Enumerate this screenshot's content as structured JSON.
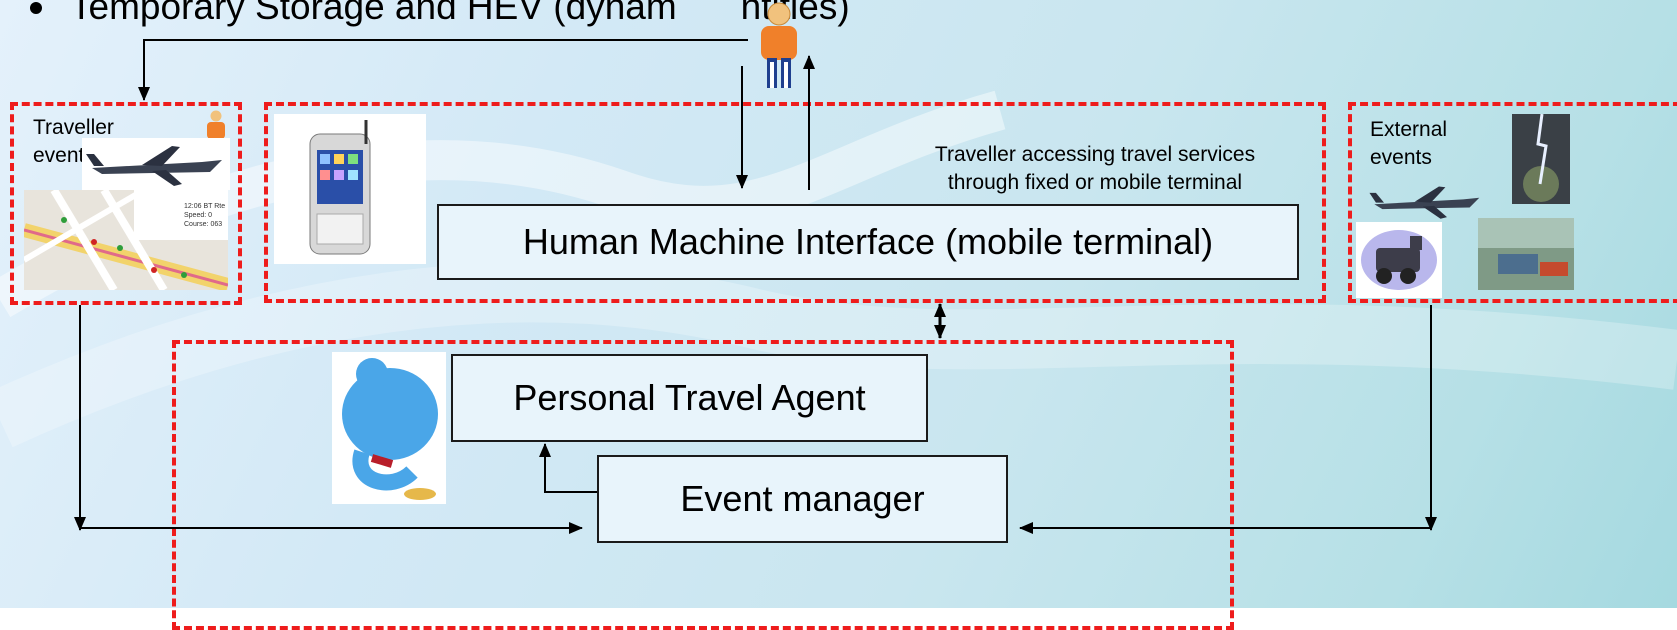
{
  "slide": {
    "title_before": "Temporary Storage and HEV (dynam",
    "title_after": "ntities)"
  },
  "diagram": {
    "traveller_events_label_line1": "Traveller",
    "traveller_events_label_line2": "events",
    "external_events_label_line1": "External",
    "external_events_label_line2": "events",
    "annotation_line1": "Traveller accessing travel services",
    "annotation_line2": "through fixed or mobile terminal",
    "hmi_box": "Human Machine Interface (mobile terminal)",
    "pta_box": "Personal Travel  Agent",
    "event_manager_box": "Event manager"
  },
  "colors": {
    "dashed_border": "#ee1c1c",
    "box_fill": "#e8f4fb",
    "person_body": "#f0802a",
    "person_legs": "#1f3f8f"
  },
  "icons": [
    "person-icon",
    "airplane-icon",
    "map-icon",
    "pda-phone-icon",
    "lightning-icon",
    "train-icon",
    "car-scene-icon",
    "genie-icon"
  ]
}
